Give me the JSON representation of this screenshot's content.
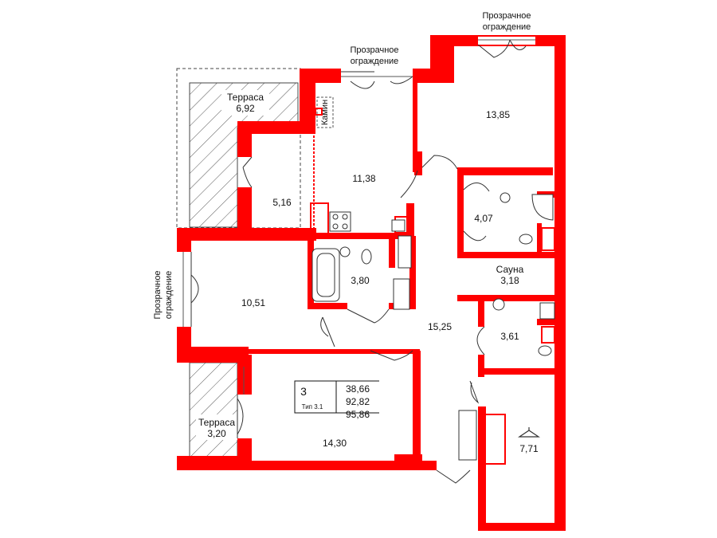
{
  "rooms": {
    "terrace_top": {
      "label": "Терраса",
      "area": "6,92"
    },
    "fireplace": "Камин",
    "living_1138": "11,38",
    "hall_516": "5,16",
    "room_1385": "13,85",
    "bath_407": "4,07",
    "sauna": {
      "label": "Сауна",
      "area": "3,18"
    },
    "bath_380": "3,80",
    "room_1051": "10,51",
    "corridor_1525": "15,25",
    "bath_361": "3,61",
    "terrace_bottom": {
      "label": "Терраса",
      "area": "3,20"
    },
    "room_1430": "14,30",
    "wardrobe_771": "7,71"
  },
  "railing_labels": {
    "top_right": [
      "Прозрачное",
      "ограждение"
    ],
    "top_mid": [
      "Прозрачное",
      "ограждение"
    ],
    "left": [
      "Прозрачное",
      "ограждение"
    ]
  },
  "apartment": {
    "rooms_count": "3",
    "type": "Тип 3.1",
    "areas": [
      "38,66",
      "92,82",
      "95,86"
    ]
  },
  "colors": {
    "wall": "#ff0000",
    "text": "#111111",
    "hatch": "#555555"
  }
}
